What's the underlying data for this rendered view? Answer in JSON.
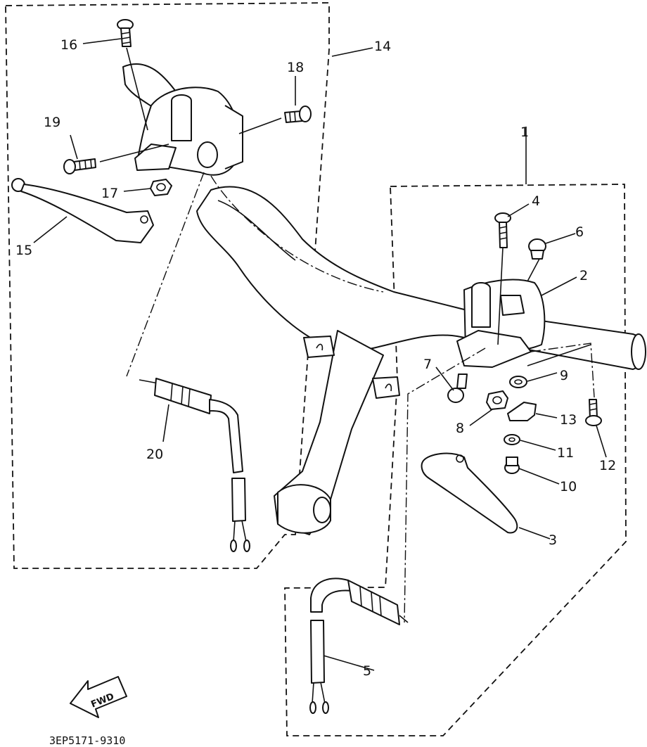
{
  "callouts": [
    {
      "id": "1",
      "label": "1"
    },
    {
      "id": "2",
      "label": "2"
    },
    {
      "id": "3",
      "label": "3"
    },
    {
      "id": "4",
      "label": "4"
    },
    {
      "id": "5",
      "label": "5"
    },
    {
      "id": "6",
      "label": "6"
    },
    {
      "id": "7",
      "label": "7"
    },
    {
      "id": "8",
      "label": "8"
    },
    {
      "id": "9",
      "label": "9"
    },
    {
      "id": "10",
      "label": "10"
    },
    {
      "id": "11",
      "label": "11"
    },
    {
      "id": "12",
      "label": "12"
    },
    {
      "id": "13",
      "label": "13"
    },
    {
      "id": "14",
      "label": "14"
    },
    {
      "id": "15",
      "label": "15"
    },
    {
      "id": "16",
      "label": "16"
    },
    {
      "id": "17",
      "label": "17"
    },
    {
      "id": "18",
      "label": "18"
    },
    {
      "id": "19",
      "label": "19"
    },
    {
      "id": "20",
      "label": "20"
    }
  ],
  "fwd_marker": "FWD",
  "drawing_code": "3EP5171-9310"
}
